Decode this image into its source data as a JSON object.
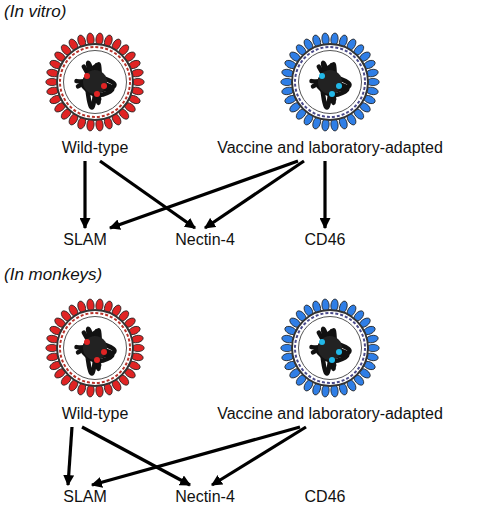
{
  "diagram": {
    "nodes": [
      {
        "text": [
          "Wild-type"
        ]
      },
      {
        "text": [
          "Vaccine and laboratory-adapted"
        ]
      },
      {
        "text": [
          "SLAM"
        ]
      },
      {
        "text": [
          "Nectin-4"
        ]
      },
      {
        "text": [
          "CD46"
        ]
      },
      {
        "text": [
          "Wild-type"
        ]
      },
      {
        "text": [
          "Vaccine and laboratory-adapted"
        ]
      },
      {
        "text": [
          "SLAM"
        ]
      },
      {
        "text": [
          "Nectin-4"
        ]
      },
      {
        "text": [
          "CD46"
        ]
      }
    ],
    "edges": [
      {
        "from": 0,
        "to": 2,
        "arrow": "to"
      },
      {
        "from": 0,
        "to": 3,
        "arrow": "to"
      },
      {
        "from": 1,
        "to": 2,
        "arrow": "to"
      },
      {
        "from": 1,
        "to": 3,
        "arrow": "to"
      },
      {
        "from": 1,
        "to": 4,
        "arrow": "to"
      },
      {
        "from": 5,
        "to": 7,
        "arrow": "to"
      },
      {
        "from": 5,
        "to": 8,
        "arrow": "to"
      },
      {
        "from": 6,
        "to": 7,
        "arrow": "to"
      },
      {
        "from": 6,
        "to": 8,
        "arrow": "to"
      }
    ],
    "labels": [
      "(In vitro)",
      "(In monkeys)"
    ]
  }
}
